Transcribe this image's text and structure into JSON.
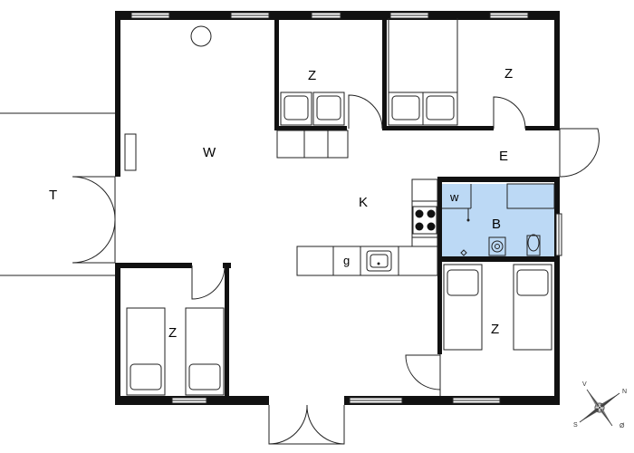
{
  "colors": {
    "wall": "#111111",
    "bathroom_fill": "#bcd9f5",
    "background": "#ffffff"
  },
  "rooms": {
    "living": "W",
    "kitchen": "K",
    "entrance": "E",
    "bathroom": "B",
    "laundry": "w",
    "terrace": "T",
    "bedroom_top_small": "Z",
    "bedroom_top_large": "Z",
    "bedroom_bottom_left": "Z",
    "bedroom_bottom_right": "Z",
    "kitchen_appliance": "g"
  },
  "compass": {
    "north": "N",
    "east": "Ø",
    "south": "S",
    "west": "V"
  },
  "icons": [
    "compass-icon",
    "stove-icon",
    "sink-icon",
    "toilet-icon",
    "shower-drain-icon",
    "bed-icon",
    "window-icon",
    "door-icon"
  ]
}
